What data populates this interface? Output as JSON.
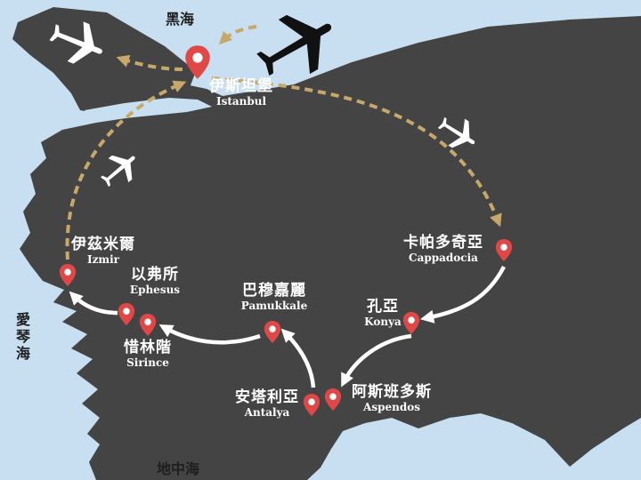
{
  "seas": {
    "black_sea": "黑海",
    "aegean_sea": "愛琴海",
    "mediterranean_sea": "地中海"
  },
  "cities": {
    "istanbul": {
      "zh": "伊斯坦堡",
      "en": "Istanbul"
    },
    "cappadocia": {
      "zh": "卡帕多奇亞",
      "en": "Cappadocia"
    },
    "konya": {
      "zh": "孔亞",
      "en": "Konya"
    },
    "aspendos": {
      "zh": "阿斯班多斯",
      "en": "Aspendos"
    },
    "antalya": {
      "zh": "安塔利亞",
      "en": "Antalya"
    },
    "pamukkale": {
      "zh": "巴穆嘉麗",
      "en": "Pamukkale"
    },
    "sirince": {
      "zh": "惜林階",
      "en": "Sirince"
    },
    "ephesus": {
      "zh": "以弗所",
      "en": "Ephesus"
    },
    "izmir": {
      "zh": "伊茲米爾",
      "en": "Izmir"
    }
  },
  "route": [
    "istanbul",
    "cappadocia",
    "konya",
    "aspendos",
    "antalya",
    "pamukkale",
    "sirince",
    "ephesus",
    "izmir",
    "istanbul"
  ],
  "colors": {
    "sea": "#c7dff0",
    "land": "#444444",
    "pin": "#e04848",
    "flight_path": "#c8a86a",
    "ground_path": "#ffffff"
  },
  "icons": [
    "airplane-icon",
    "location-pin-icon"
  ]
}
